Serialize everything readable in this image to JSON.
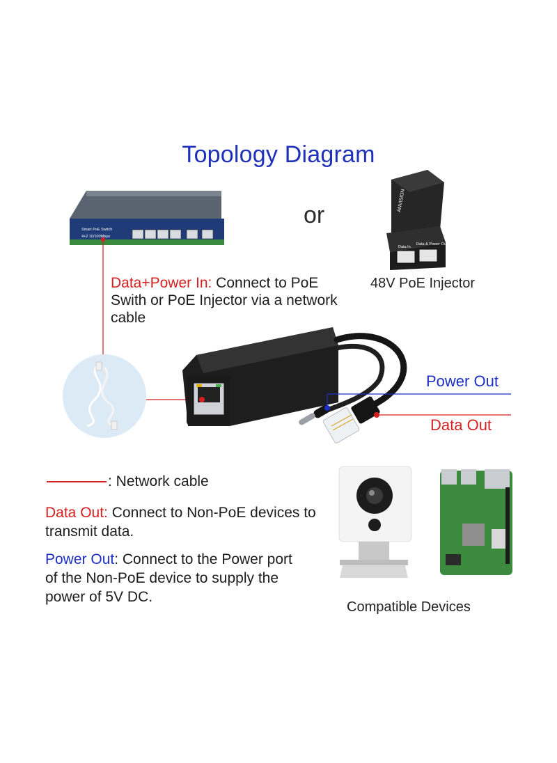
{
  "title": "Topology Diagram",
  "or_text": "or",
  "switch": {
    "label": "Smart PoE Switch",
    "speed": "4+2 10/100Mbps"
  },
  "injector": {
    "brand": "ANVISION",
    "port_label": "Data & Power Out",
    "port_label_in": "Data In",
    "caption": "48V PoE Injector"
  },
  "data_power_in": {
    "label": "Data+Power In:",
    "text": " Connect to PoE Swith or PoE Injector via a network cable"
  },
  "power_out_label": "Power Out",
  "data_out_label": "Data Out",
  "legend": {
    "text": ": Network cable"
  },
  "data_out_desc": {
    "label": "Data Out:",
    "text": " Connect to Non-PoE devices to transmit data."
  },
  "power_out_desc": {
    "label": "Power Out",
    "text": ": Connect to the Power port of the Non-PoE device to supply the power of 5V DC."
  },
  "compatible_devices": "Compatible Devices",
  "colors": {
    "title_blue": "#1f31b8",
    "accent_red": "#d42020",
    "accent_blue": "#1c2fc4"
  }
}
